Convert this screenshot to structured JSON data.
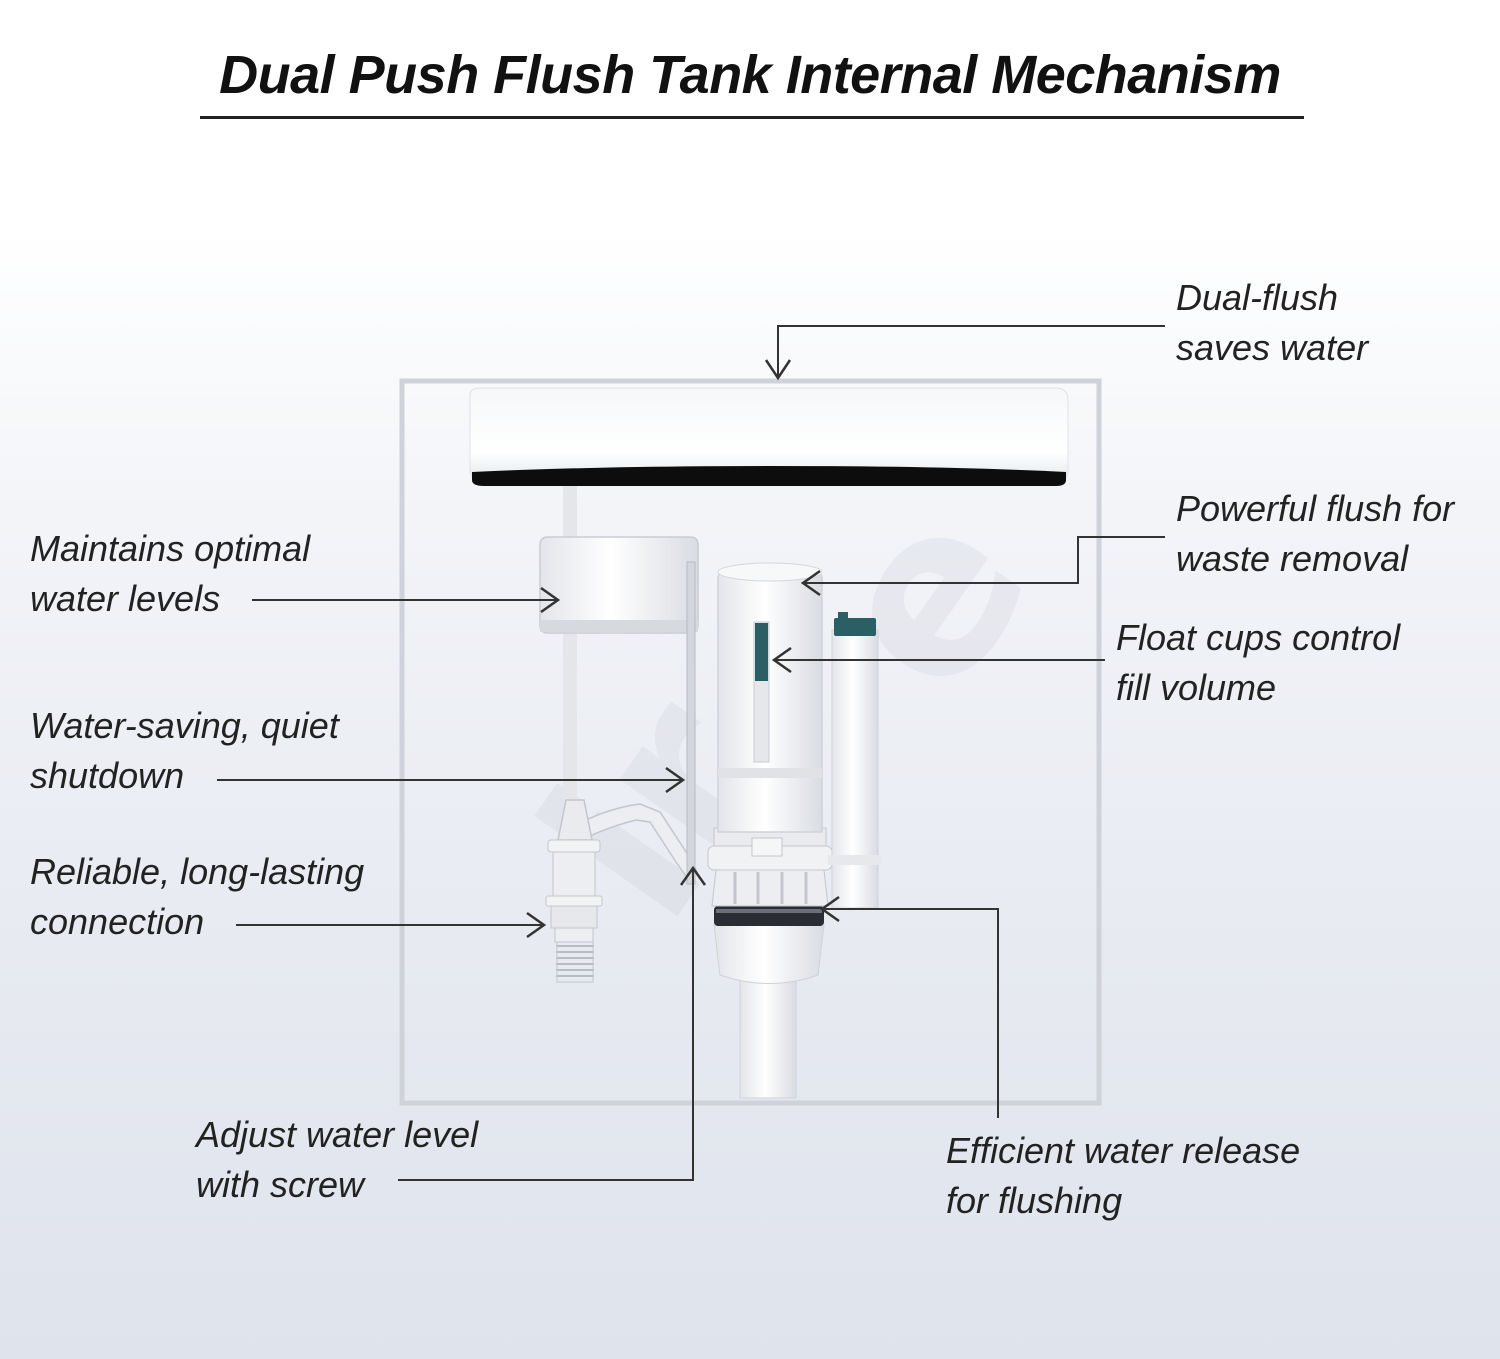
{
  "title": "Dual Push Flush Tank Internal Mechanism",
  "colors": {
    "accent": "#2b5f66",
    "line": "#333333",
    "tank_outline": "#cfd2d8",
    "lid_bottom": "#0d0d0d"
  },
  "callouts": [
    {
      "id": "dual-flush",
      "lines": [
        "Dual-flush",
        "saves water"
      ]
    },
    {
      "id": "powerful-flush",
      "lines": [
        "Powerful flush for",
        "waste removal"
      ]
    },
    {
      "id": "float-cups",
      "lines": [
        "Float cups control",
        "fill volume"
      ]
    },
    {
      "id": "water-levels",
      "lines": [
        "Maintains optimal",
        "water levels"
      ]
    },
    {
      "id": "quiet-shutdown",
      "lines": [
        "Water-saving, quiet",
        "shutdown"
      ]
    },
    {
      "id": "connection",
      "lines": [
        "Reliable, long-lasting",
        "connection"
      ]
    },
    {
      "id": "adjust-screw",
      "lines": [
        "Adjust water level",
        "with screw"
      ]
    },
    {
      "id": "water-release",
      "lines": [
        "Efficient water release",
        "for flushing"
      ]
    }
  ]
}
